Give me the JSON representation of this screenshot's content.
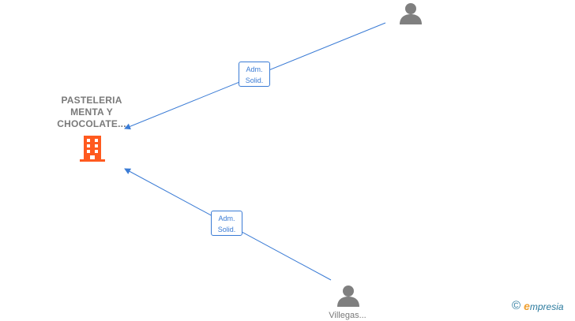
{
  "company": {
    "name_lines": [
      "PASTELERIA",
      "MENTA Y",
      "CHOCOLATE..."
    ],
    "icon": "building-icon",
    "color": "#ff5a1f"
  },
  "relations": [
    {
      "label_lines": [
        "Adm.",
        "Solid."
      ]
    },
    {
      "label_lines": [
        "Adm.",
        "Solid."
      ]
    }
  ],
  "people": [
    {
      "icon": "person-icon",
      "name": ""
    },
    {
      "icon": "person-icon",
      "name": "Villegas..."
    }
  ],
  "brand": {
    "copyright": "©",
    "initial": "e",
    "rest": "mpresia"
  },
  "colors": {
    "edge": "#3a7bd5",
    "person": "#7f7f7f",
    "text": "#7a7a7a"
  }
}
